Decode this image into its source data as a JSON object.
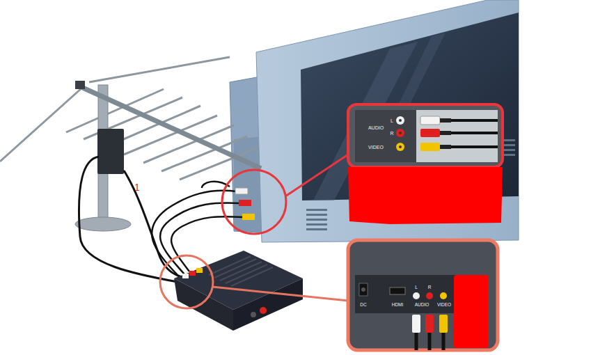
{
  "diagram": {
    "labels": [
      "1",
      "AUDIO",
      "L",
      "R",
      "VIDEO",
      "DC",
      "HDMI",
      "L",
      "R",
      "AUDIO",
      "VIDEO"
    ]
  }
}
